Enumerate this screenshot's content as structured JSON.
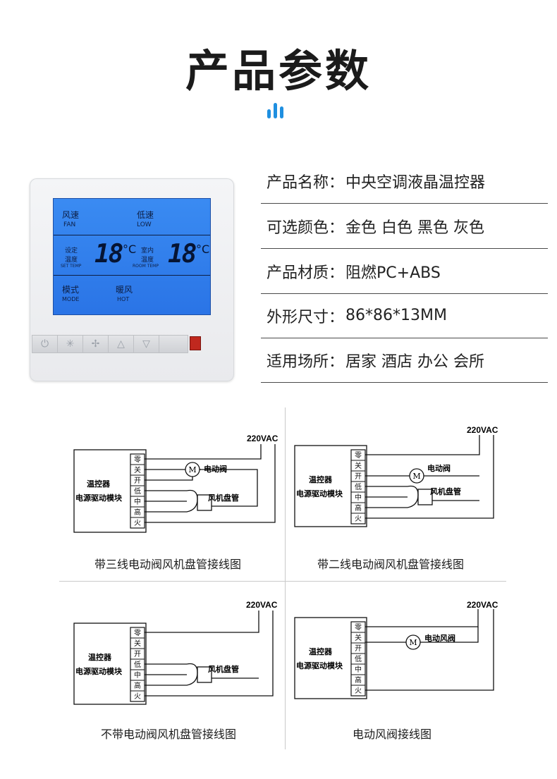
{
  "header": {
    "title": "产品参数"
  },
  "device": {
    "lcd": {
      "fan_label_cn": "风速",
      "fan_label_en": "FAN",
      "fan_value_cn": "低速",
      "fan_value_en": "LOW",
      "set_label_cn_1": "设定",
      "set_label_cn_2": "温度",
      "set_label_en": "SET TEMP",
      "set_value": "18",
      "unit": "°C",
      "room_label_cn_1": "室内",
      "room_label_cn_2": "温度",
      "room_label_en": "ROOM TEMP",
      "room_value": "18",
      "mode_label_cn": "模式",
      "mode_label_en": "MODE",
      "mode_value_cn": "暖风",
      "mode_value_en": "HOT"
    },
    "buttons": {
      "power": "⏻",
      "snow": "✳",
      "fan": "✢",
      "up": "△",
      "down": "▽"
    },
    "colors": {
      "lcd_blue": "#2f7ceb",
      "led_red": "#c0281e",
      "accent_bars": "#1f8fe0"
    }
  },
  "specs": [
    {
      "label": "产品名称：",
      "value": "中央空调液晶温控器"
    },
    {
      "label": "可选颜色：",
      "value": "金色 白色 黑色 灰色"
    },
    {
      "label": "产品材质：",
      "value": "阻燃PC+ABS"
    },
    {
      "label": "外形尺寸：",
      "value": "86*86*13MM"
    },
    {
      "label": "适用场所：",
      "value": "居家 酒店 办公 会所"
    }
  ],
  "diagrams": [
    {
      "caption": "带三线电动阀风机盘管接线图",
      "voltage": "220VAC",
      "box1": "温控器",
      "box2": "电源驱动模块",
      "terminals": [
        "零",
        "关",
        "开",
        "低",
        "中",
        "高",
        "火"
      ],
      "motor": "M",
      "motor_label": "电动阀",
      "coil_label": "风机盘管"
    },
    {
      "caption": "带二线电动阀风机盘管接线图",
      "voltage": "220VAC",
      "box1": "温控器",
      "box2": "电源驱动模块",
      "terminals": [
        "零",
        "关",
        "开",
        "低",
        "中",
        "高",
        "火"
      ],
      "motor": "M",
      "motor_label": "电动阀",
      "coil_label": "风机盘管"
    },
    {
      "caption": "不带电动阀风机盘管接线图",
      "voltage": "220VAC",
      "box1": "温控器",
      "box2": "电源驱动模块",
      "terminals": [
        "零",
        "关",
        "开",
        "低",
        "中",
        "高",
        "火"
      ],
      "coil_label": "风机盘管"
    },
    {
      "caption": "电动风阀接线图",
      "voltage": "220VAC",
      "box1": "温控器",
      "box2": "电源驱动模块",
      "terminals": [
        "零",
        "关",
        "开",
        "低",
        "中",
        "高",
        "火"
      ],
      "motor": "M",
      "motor_label": "电动风阀"
    }
  ]
}
